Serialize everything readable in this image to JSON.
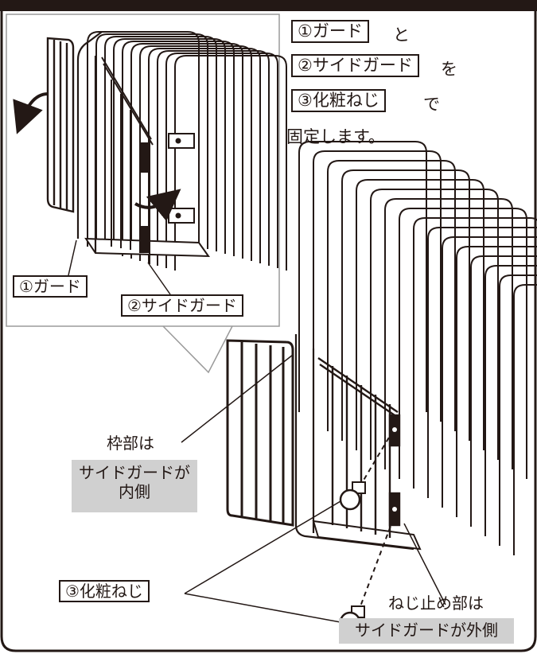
{
  "instruction": {
    "guard_label": "①ガード",
    "particle_to": "と",
    "side_guard_label": "②サイドガード",
    "particle_wo": "を",
    "screw_label": "③化粧ねじ",
    "particle_de": "で",
    "fix_text": "固定します。"
  },
  "inset": {
    "guard_label": "①ガード",
    "side_guard_label": "②サイドガード"
  },
  "callouts": {
    "frame_part": "枠部は",
    "frame_note_line1": "サイドガードが",
    "frame_note_line2": "内側",
    "screw_label": "③化粧ねじ",
    "screw_stop_part": "ねじ止め部は",
    "screw_stop_note": "サイドガードが外側"
  },
  "colors": {
    "line": "#231815",
    "highlight_bg": "#d0d0d0",
    "background": "#ffffff"
  }
}
